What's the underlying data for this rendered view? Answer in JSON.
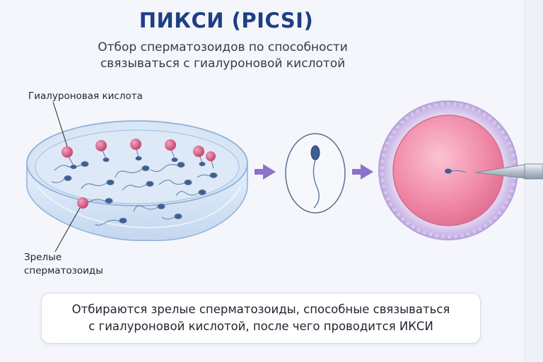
{
  "header": {
    "title": "ПИКСИ (PICSI)",
    "subtitle": "Отбор сперматозоидов по способности\nсвязываться с гиалуроновой кислотой"
  },
  "labels": {
    "hyaluronic_acid": "Гиалуроновая кислота",
    "mature_sperm": "Зрелые\nсперматозоиды"
  },
  "caption": {
    "text": "Отбираются зрелые сперматозоиды, способные связываться\nс гиалуроновой кислотой, после чего проводится ИКСИ"
  },
  "colors": {
    "title": "#1f3e86",
    "dish": "#a9c4e6",
    "ha_bead": "#d2557d",
    "sperm": "#3f5f93",
    "egg": "#f07fa0",
    "zona": "#c7b5e3",
    "arrow": "#8a73c9"
  },
  "icons": {
    "arrow_1": "arrow-right-icon",
    "arrow_2": "arrow-right-icon",
    "needle": "micropipette-icon"
  }
}
